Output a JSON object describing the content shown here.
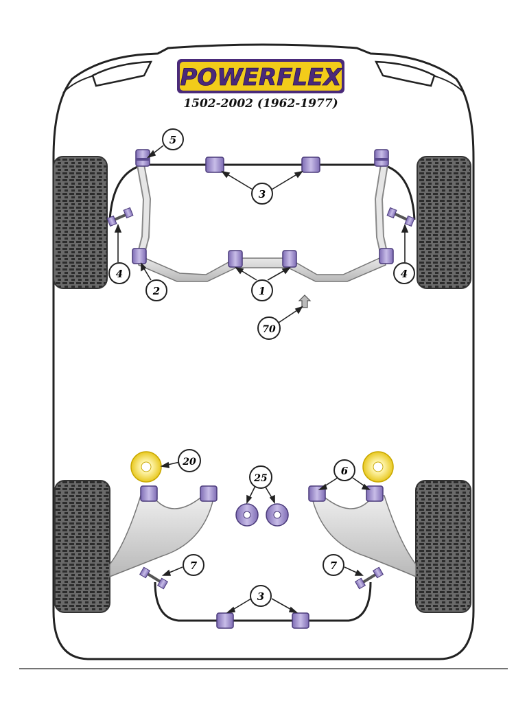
{
  "header": {
    "brand": "POWERFLEX",
    "model": "1502-2002 (1962-1977)"
  },
  "colors": {
    "bush": "#9b8ac6",
    "bush_dark": "#6a5a9e",
    "brand_yellow": "#f2cc1a",
    "brand_purple": "#4a2a7a",
    "outline": "#222222",
    "arm": "#d2d2d2",
    "tyre": "#5a5a5a",
    "spring_pad": "#f5e04a"
  },
  "callouts": {
    "front_top_left": "5",
    "front_antiroll": "3",
    "front_link_left": "4",
    "front_wishbone_outer": "2",
    "front_wishbone_inner": "1",
    "front_link_right": "4",
    "bump_stop": "70",
    "rear_spring_pad": "20",
    "rear_diff": "25",
    "rear_arm": "6",
    "rear_link_left": "7",
    "rear_link_right": "7",
    "rear_antiroll": "3"
  },
  "icons": {
    "tyre": "tyre-icon",
    "bush": "bush-icon",
    "link": "drop-link-icon",
    "pad": "spring-pad-icon"
  }
}
